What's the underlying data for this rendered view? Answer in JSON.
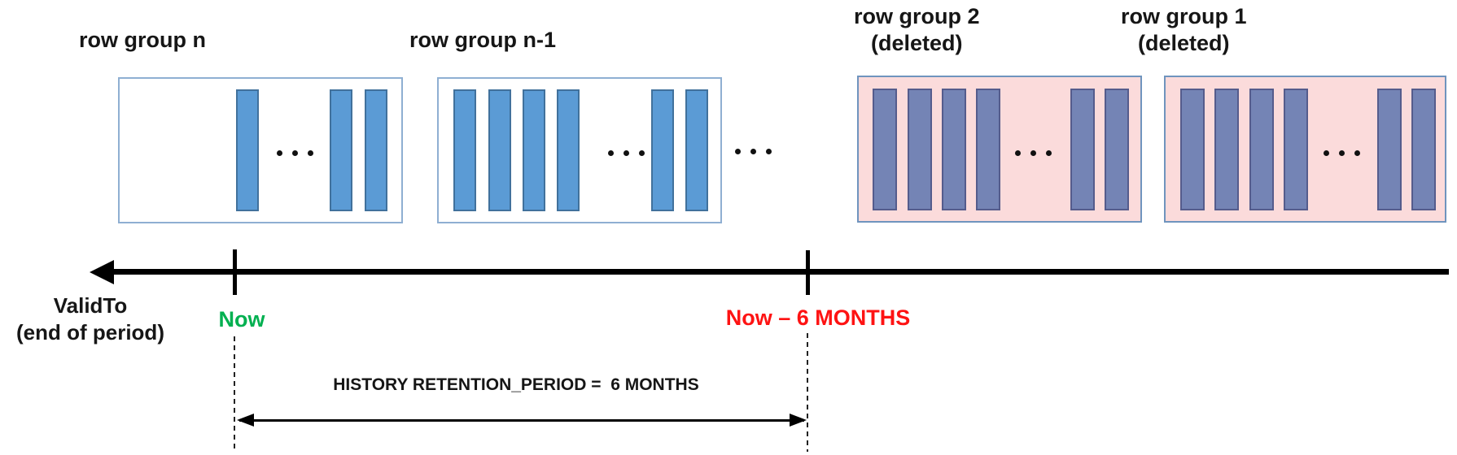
{
  "row_groups": [
    {
      "title": "row group n",
      "status": ""
    },
    {
      "title": "row group n-1",
      "status": ""
    },
    {
      "title": "row group 2",
      "status": "(deleted)"
    },
    {
      "title": "row group 1",
      "status": "(deleted)"
    }
  ],
  "timeline": {
    "axis_name": "ValidTo",
    "axis_description": "(end of period)",
    "now_marker": "Now",
    "cutoff_marker": "Now – 6 MONTHS",
    "retention_annotation": "HISTORY RETENTION_PERIOD =  6 MONTHS"
  },
  "icons": {
    "ellipsis": "three-dots (more row groups / more segments)",
    "axis_arrowhead": "left-pointing solid triangle",
    "span_arrowheads": "double-headed measurement arrow"
  },
  "colors": {
    "active_bar_fill": "#5b9bd5",
    "active_bar_border": "#41719c",
    "active_box_border": "#8fafd2",
    "deleted_box_fill": "#fbdbdb",
    "deleted_box_border": "#6f94be",
    "deleted_bar_fill": "#7484b5",
    "deleted_bar_border": "#555c8c",
    "now_label": "#00b050",
    "cutoff_label": "#fe1313",
    "timeline": "#000000"
  }
}
